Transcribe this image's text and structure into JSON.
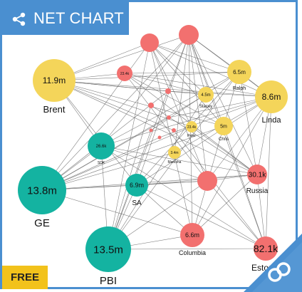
{
  "header": {
    "title": "NET CHART"
  },
  "badge": {
    "free_label": "FREE"
  },
  "colors": {
    "red": "#f2706f",
    "yellow": "#f4d55a",
    "teal": "#14b3a1",
    "accent": "#4a8fd0",
    "badge_yellow": "#f2c21b"
  },
  "chart_data": {
    "type": "network",
    "nodes": [
      {
        "id": "brent",
        "name": "Brent",
        "value": "11.9m",
        "color": "yellow"
      },
      {
        "id": "ge",
        "name": "GE",
        "value": "13.8m",
        "color": "teal"
      },
      {
        "id": "pbi",
        "name": "PBI",
        "value": "13.5m",
        "color": "teal"
      },
      {
        "id": "sa",
        "name": "SA",
        "value": "6.9m",
        "color": "teal"
      },
      {
        "id": "sdk",
        "name": "SDK",
        "value": "26.6k",
        "color": "teal"
      },
      {
        "id": "columbia",
        "name": "Columbia",
        "value": "6.6m",
        "color": "red"
      },
      {
        "id": "estonia",
        "name": "Estonia",
        "value": "82.1k",
        "color": "red"
      },
      {
        "id": "russia",
        "name": "Russia",
        "value": "30.1k",
        "color": "red"
      },
      {
        "id": "linda",
        "name": "Linda",
        "value": "8.6m",
        "color": "yellow"
      },
      {
        "id": "ralph",
        "name": "Ralph",
        "value": "6.5m",
        "color": "yellow"
      },
      {
        "id": "chris",
        "name": "Chris",
        "value": "5m",
        "color": "yellow"
      },
      {
        "id": "stacey",
        "name": "Stacey",
        "value": "4.5m",
        "color": "yellow"
      },
      {
        "id": "manisha",
        "name": "Manisha",
        "value": "3.4m",
        "color": "yellow"
      },
      {
        "id": "peter",
        "name": "Peter",
        "value": "23.4k",
        "color": "yellow"
      },
      {
        "id": "n23",
        "name": "",
        "value": "23.4k",
        "color": "red"
      },
      {
        "id": "r1",
        "name": "",
        "value": "",
        "color": "red"
      },
      {
        "id": "r2",
        "name": "",
        "value": "",
        "color": "red"
      },
      {
        "id": "r3",
        "name": "",
        "value": "",
        "color": "red"
      },
      {
        "id": "r4",
        "name": "",
        "value": "",
        "color": "red"
      },
      {
        "id": "r5",
        "name": "",
        "value": "",
        "color": "red"
      },
      {
        "id": "r6",
        "name": "",
        "value": "",
        "color": "red"
      },
      {
        "id": "r7",
        "name": "",
        "value": "",
        "color": "red"
      },
      {
        "id": "r8",
        "name": "",
        "value": "",
        "color": "red"
      },
      {
        "id": "r9",
        "name": "",
        "value": "",
        "color": "red"
      }
    ]
  }
}
